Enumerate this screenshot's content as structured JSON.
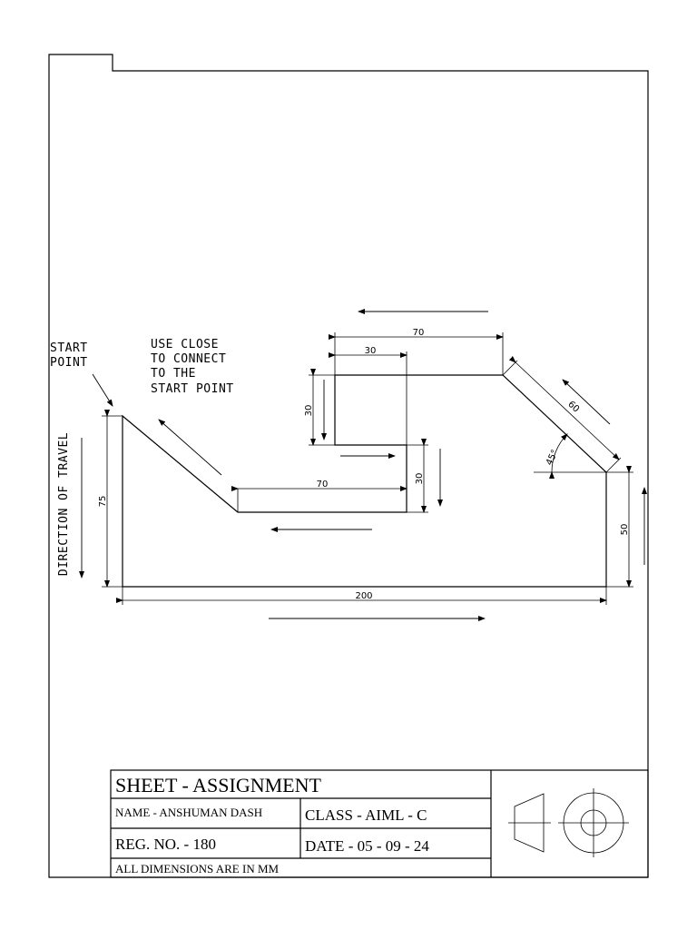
{
  "notes": {
    "start_point": [
      "START",
      "POINT"
    ],
    "use_close": [
      "USE CLOSE",
      "TO CONNECT",
      "TO THE",
      "START POINT"
    ],
    "direction": "DIRECTION OF TRAVEL"
  },
  "dimensions": {
    "top_width": "70",
    "notch_width": "30",
    "notch_depth_left": "30",
    "bottom_step_width": "70",
    "notch_depth_right": "30",
    "slope_length": "60",
    "angle": "45°",
    "left_height": "75",
    "right_height": "50",
    "overall_width": "200"
  },
  "title_block": {
    "title": "SHEET - ASSIGNMENT",
    "name": "NAME - ANSHUMAN DASH",
    "class": "CLASS - AIML - C",
    "reg": "REG. NO. - 180",
    "date": "DATE - 05 - 09 - 24",
    "units_note": "ALL DIMENSIONS ARE IN MM",
    "projection_symbol": "first-angle-projection-icon"
  }
}
